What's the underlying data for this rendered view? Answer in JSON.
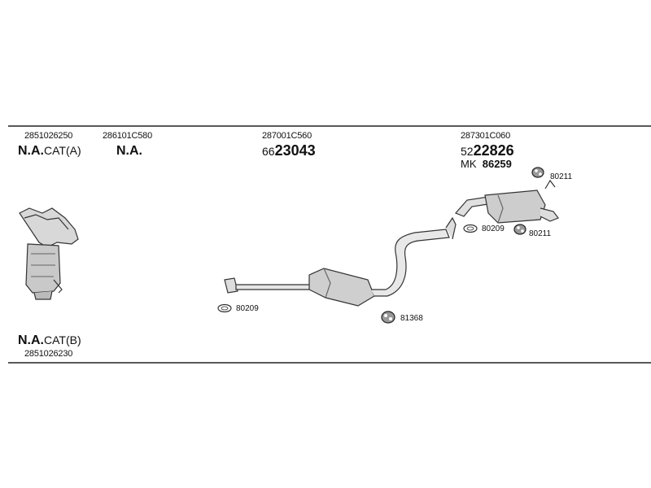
{
  "parts": {
    "cat_a": {
      "part_number": "2851026250",
      "name_bold": "N.A.",
      "name_suffix": "CAT(A)"
    },
    "front_pipe": {
      "part_number": "286101C580",
      "name": "N.A."
    },
    "centre_silencer": {
      "part_number": "287001C560",
      "prefix": "66",
      "code": "23043"
    },
    "rear_silencer": {
      "part_number": "287301C060",
      "prefix": "52",
      "code": "22826",
      "mk_label": "MK",
      "mk_code": "86259"
    },
    "cat_b": {
      "part_number": "2851026230",
      "name_bold": "N.A.",
      "name_suffix": "CAT(B)"
    }
  },
  "hardware": {
    "ring_front": "80209",
    "hanger_centre": "81368",
    "ring_rear": "80209",
    "hanger_rear_1": "80211",
    "hanger_rear_2": "80211"
  }
}
